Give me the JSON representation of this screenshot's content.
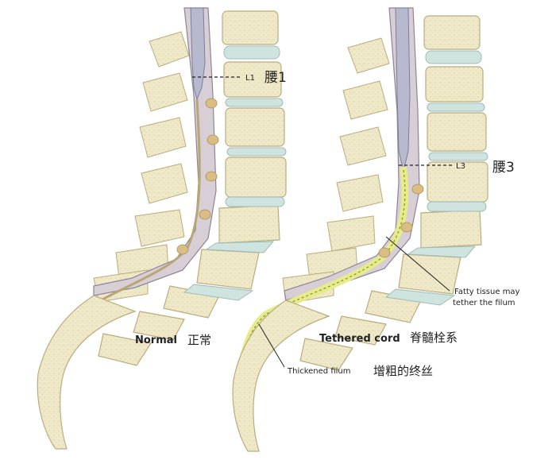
{
  "normal": {
    "level_marker": "L1",
    "level_cn": "腰1",
    "title_en": "Normal",
    "title_cn": "正常"
  },
  "tethered": {
    "level_marker": "L3",
    "level_cn": "腰3",
    "title_en": "Tethered cord",
    "title_cn": "脊髓栓系",
    "fatty_line1": "Fatty tissue may",
    "fatty_line2": "tether the filum",
    "filum_en": "Thickened filum",
    "filum_cn": "增粗的终丝"
  },
  "colors": {
    "bone": "#efe9c9",
    "bone_edge": "#b9ad7e",
    "disc": "#cfe3df",
    "canal": "#d8cfd6",
    "cord": "#b7b9cf",
    "filum": "#c9b88d",
    "fat": "#e6ec8a",
    "nodule": "#d9bd82"
  }
}
